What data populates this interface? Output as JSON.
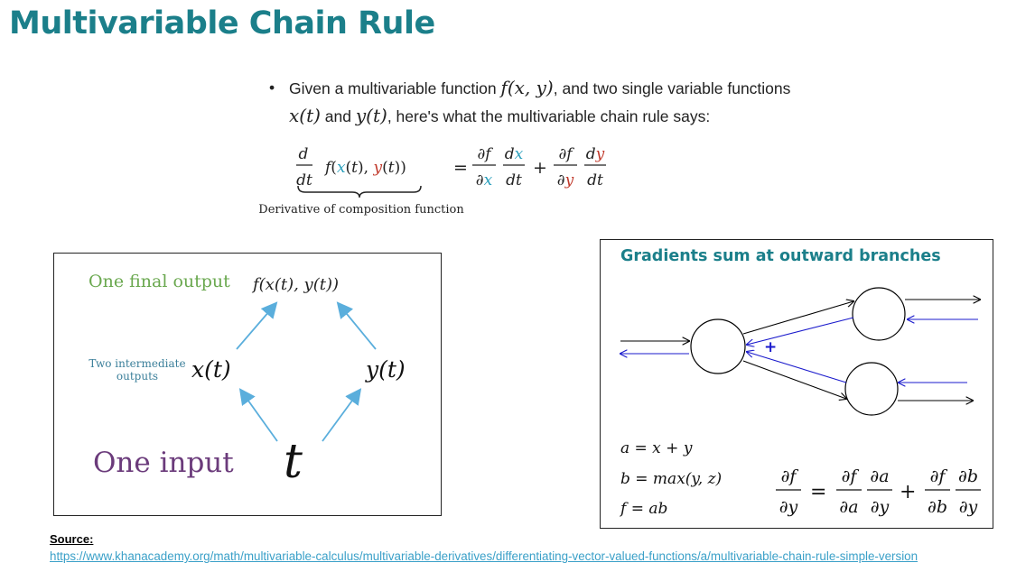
{
  "slide": {
    "title": "Multivariable Chain Rule"
  },
  "bullet": {
    "dot": "•",
    "line1_a": "Given a multivariable function ",
    "line1_math": "f(x, y)",
    "line1_b": ", and two single variable functions",
    "line2_math_a": "x(t)",
    "line2_mid": " and ",
    "line2_math_b": "y(t)",
    "line2_end": ", here's what the multivariable chain rule says:"
  },
  "formula": {
    "d": "d",
    "dt": "dt",
    "f": "f",
    "x": "x",
    "y": "y",
    "t": "t",
    "equals": "=",
    "plus": "+",
    "partial": "∂",
    "caption": "Derivative of composition function",
    "colors": {
      "x": "#2a9fbc",
      "y": "#c0392b"
    }
  },
  "left_diagram": {
    "final_output_label": "One final output",
    "final_output_expr": "f(x(t), y(t))",
    "intermediate_label_line1": "Two intermediate",
    "intermediate_label_line2": "outputs",
    "x_node": "x(t)",
    "y_node": "y(t)",
    "input_label": "One input",
    "input_node": "t",
    "colors": {
      "final_label": "#6aa84f",
      "intermediate_label": "#3b7f9a",
      "input_label": "#6b3b7b",
      "arrow": "#5aaedc"
    }
  },
  "right_diagram": {
    "title": "Gradients sum at outward branches",
    "plus_sign": "+",
    "eq_a": "a = x + y",
    "eq_b": "b = max(y, z)",
    "eq_f": "f = ab",
    "partial": "∂",
    "f": "f",
    "y": "y",
    "a": "a",
    "b": "b",
    "equals": "=",
    "plus": "+",
    "colors": {
      "forward": "#000000",
      "backward": "#1a1acc"
    }
  },
  "source": {
    "label": "Source:",
    "url": "https://www.khanacademy.org/math/multivariable-calculus/multivariable-derivatives/differentiating-vector-valued-functions/a/multivariable-chain-rule-simple-version"
  }
}
